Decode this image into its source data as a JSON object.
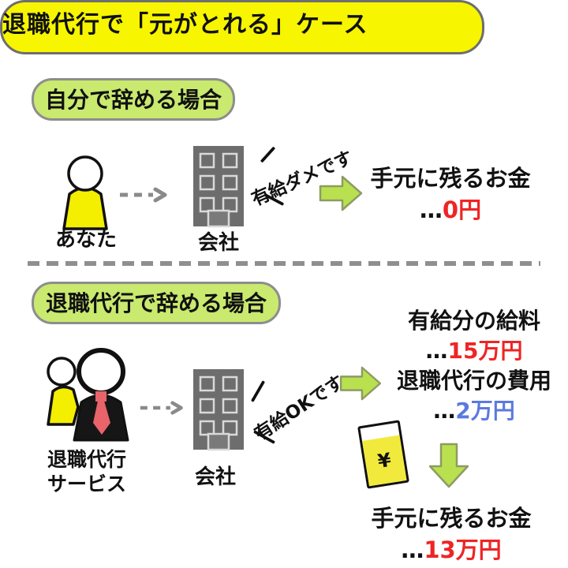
{
  "title": "退職代行で「元がとれる」ケース",
  "colors": {
    "banner_yellow": "#f7f500",
    "pill_green": "#c9e96f",
    "arrow_green": "#b9e04f",
    "building_gray": "#6d6d6d",
    "tie_red": "#e8636a",
    "amount_red": "#ee2525",
    "amount_blue": "#5b7ade",
    "person_yellow": "#f4ee00",
    "glass_yellow": "#f1ea3d"
  },
  "icons": {
    "person": "person-icon",
    "agency_pair": "two-person-icon",
    "building": "office-building-icon",
    "dashed_arrow": "dashed-right-arrow-icon",
    "block_arrow_right": "green-right-arrow-icon",
    "block_arrow_down": "green-down-arrow-icon",
    "money_glass": "money-glass-icon"
  },
  "section_self": {
    "header": "自分で辞める場合",
    "actor_label": "あなた",
    "company_label": "会社",
    "speech": "有給ダメです",
    "result_label": "手元に残るお金",
    "result_prefix": "…",
    "result_value": "0円"
  },
  "section_agency": {
    "header": "退職代行で辞める場合",
    "actor_label_line1": "退職代行",
    "actor_label_line2": "サービス",
    "company_label": "会社",
    "speech": "有給OKです",
    "items": [
      {
        "label": "有給分の給料",
        "prefix": "…",
        "value": "15万円"
      },
      {
        "label": "退職代行の費用",
        "prefix": "…",
        "value": "2万円"
      }
    ],
    "money_icon_symbol": "¥",
    "result_label": "手元に残るお金",
    "result_prefix": "…",
    "result_value": "13万円"
  }
}
